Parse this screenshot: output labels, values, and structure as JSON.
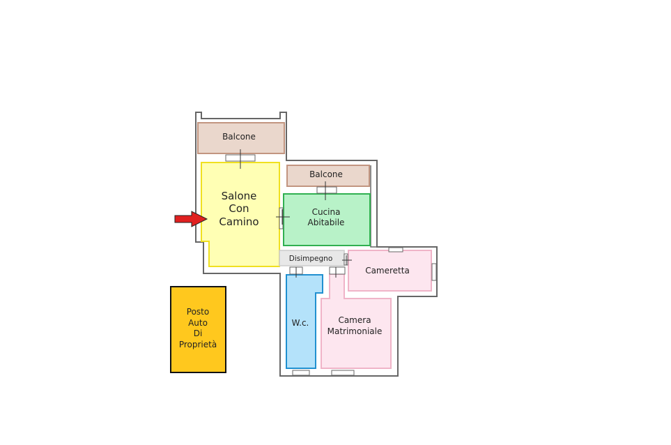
{
  "title": "Floor plan",
  "rooms": {
    "balcone_top": {
      "label": "Balcone",
      "fill": "#ead7cc",
      "stroke": "#c29580"
    },
    "salone": {
      "label_lines": [
        "Salone",
        "Con",
        "Camino"
      ],
      "fill": "#ffffb4",
      "stroke": "#f0e020"
    },
    "balcone_right": {
      "label": "Balcone",
      "fill": "#ead7cc",
      "stroke": "#c29580"
    },
    "cucina": {
      "label_lines": [
        "Cucina",
        "Abitabile"
      ],
      "fill": "#b8f2c8",
      "stroke": "#30b050"
    },
    "disimpegno": {
      "label": "Disimpegno",
      "fill": "#e8e8e8",
      "stroke": "#cccccc"
    },
    "cameretta": {
      "label": "Cameretta",
      "fill": "#fde6ef",
      "stroke": "#f0b4c8"
    },
    "wc": {
      "label": "W.c.",
      "fill": "#b4e2fa",
      "stroke": "#2090d0"
    },
    "camera": {
      "label_lines": [
        "Camera",
        "Matrimoniale"
      ],
      "fill": "#fde6ef",
      "stroke": "#f0b4c8"
    }
  },
  "parking": {
    "label_lines": [
      "Posto",
      "Auto",
      "Di",
      "Proprietà"
    ],
    "fill": "#ffc81e",
    "stroke": "#111111"
  },
  "entrance_arrow": {
    "color": "#e02020"
  }
}
